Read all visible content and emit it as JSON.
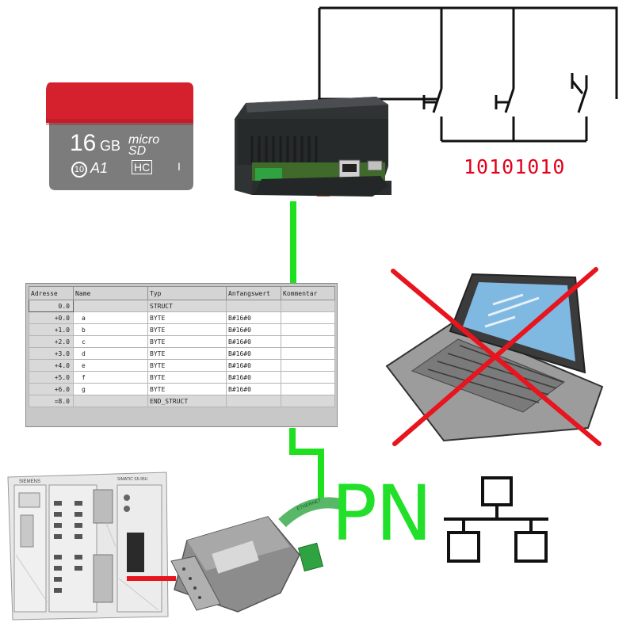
{
  "binary_pattern": "10101010",
  "network_label": "PN",
  "sd_card": {
    "capacity": "16",
    "unit": "GB",
    "speed_class": "10",
    "app_class": "A1",
    "brand_mark": "micro SD",
    "type": "HC",
    "uhs": "I"
  },
  "db_table": {
    "headers": [
      "Adresse",
      "Name",
      "Typ",
      "Anfangswert",
      "Kommentar"
    ],
    "rows": [
      {
        "address": "0.0",
        "name": "",
        "type": "STRUCT",
        "init": "",
        "comment": ""
      },
      {
        "address": "+0.0",
        "name": "a",
        "type": "BYTE",
        "init": "B#16#0",
        "comment": ""
      },
      {
        "address": "+1.0",
        "name": "b",
        "type": "BYTE",
        "init": "B#16#0",
        "comment": ""
      },
      {
        "address": "+2.0",
        "name": "c",
        "type": "BYTE",
        "init": "B#16#0",
        "comment": ""
      },
      {
        "address": "+3.0",
        "name": "d",
        "type": "BYTE",
        "init": "B#16#0",
        "comment": ""
      },
      {
        "address": "+4.0",
        "name": "e",
        "type": "BYTE",
        "init": "B#16#0",
        "comment": ""
      },
      {
        "address": "+5.0",
        "name": "f",
        "type": "BYTE",
        "init": "B#16#0",
        "comment": ""
      },
      {
        "address": "+6.0",
        "name": "g",
        "type": "BYTE",
        "init": "B#16#0",
        "comment": ""
      },
      {
        "address": "=8.0",
        "name": "",
        "type": "END_STRUCT",
        "init": "",
        "comment": ""
      }
    ]
  },
  "plc_brand": "SIEMENS",
  "plc_model": "SIMATIC S5-95U",
  "adapter_cable_label": "ETHERNET",
  "colors": {
    "connection_green": "#1fe01f",
    "cross_red": "#e8141e",
    "text_red": "#e3001b",
    "sd_red": "#d4212d",
    "sd_gray": "#7a7a7a"
  },
  "icons": [
    "micro-sd-card-icon",
    "switch-circuit-icon",
    "gateway-device-icon",
    "laptop-icon",
    "plc-icon",
    "profibus-adapter-icon",
    "network-topology-icon"
  ]
}
